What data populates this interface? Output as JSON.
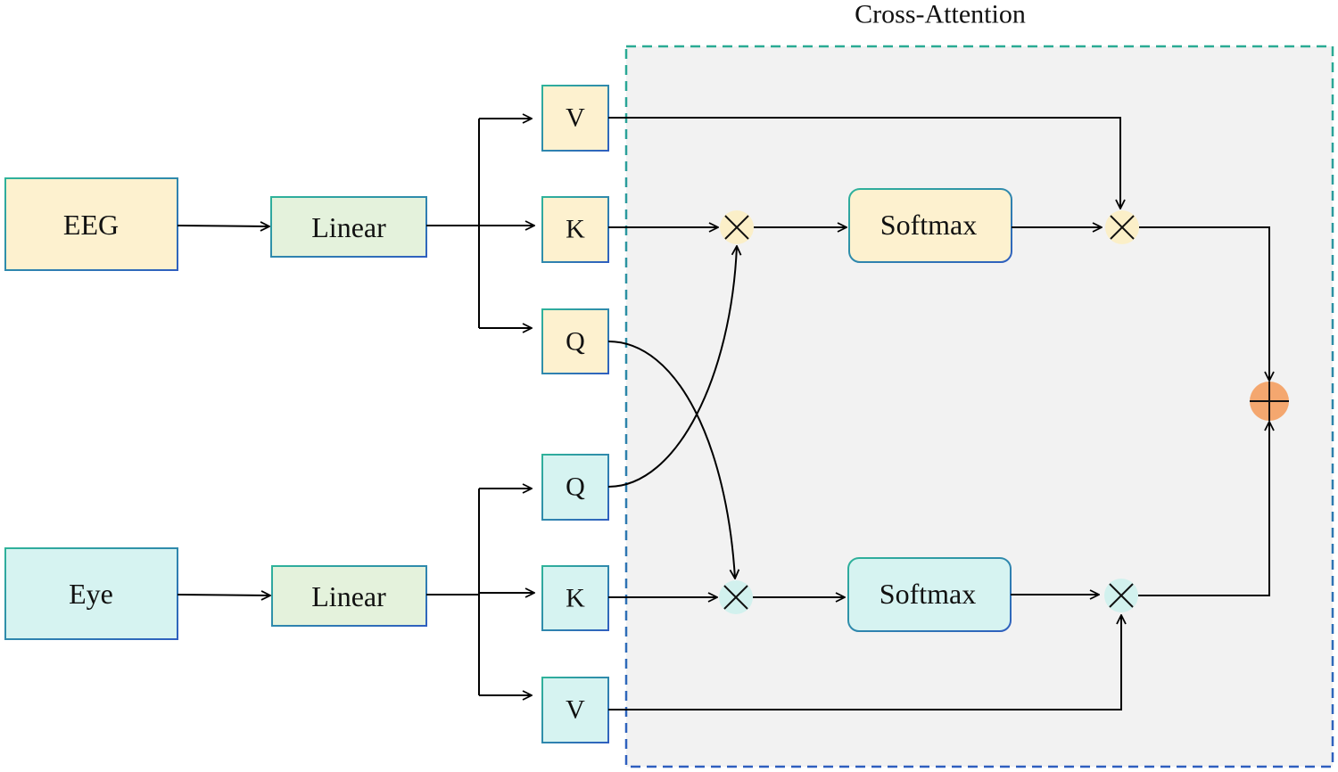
{
  "title": "Cross-Attention",
  "eeg_branch": {
    "input": "EEG",
    "linear": "Linear",
    "v": "V",
    "k": "K",
    "q": "Q",
    "softmax": "Softmax"
  },
  "eye_branch": {
    "input": "Eye",
    "linear": "Linear",
    "q": "Q",
    "k": "K",
    "v": "V",
    "softmax": "Softmax"
  },
  "colors": {
    "eeg_fill": "#fdf1cf",
    "eye_fill": "#d6f3f1",
    "linear_fill": "#e4f2dc",
    "region_fill": "#f2f2f2",
    "region_border": "#2aab94",
    "add_node": "#f4a76f",
    "multiply_node_eeg": "#fbefc8",
    "multiply_node_eye": "#d2f1ee"
  }
}
